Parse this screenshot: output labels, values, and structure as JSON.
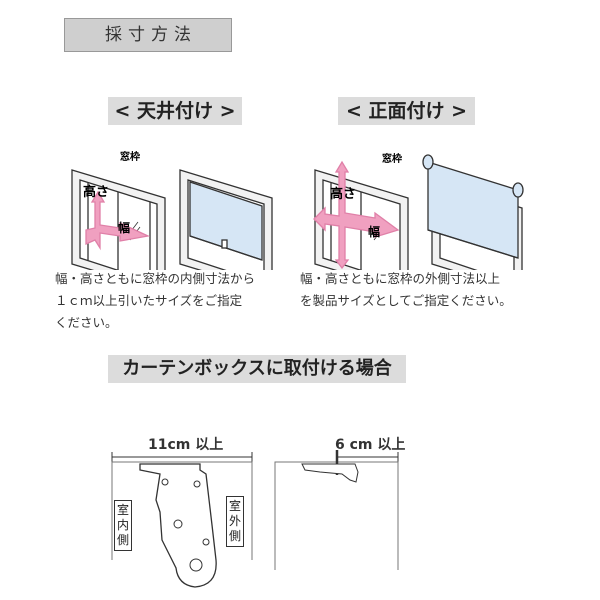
{
  "header": {
    "title": "採寸方法"
  },
  "ceiling": {
    "title": "< 天井付け >",
    "frame_label": "窓枠",
    "height_label": "高さ",
    "width_label": "幅",
    "description": "幅・高さともに窓枠の内側寸法から\n１ｃｍ以上引いたサイズをご指定\nください。"
  },
  "front": {
    "title": "< 正面付け >",
    "frame_label": "窓枠",
    "height_label": "高さ",
    "width_label": "幅",
    "description": "幅・高さともに窓枠の外側寸法以上\nを製品サイズとしてご指定ください。"
  },
  "curtain_box": {
    "title": "カーテンボックスに取付ける場合",
    "dim_ceiling": "11cm 以上",
    "dim_front": "6 cm 以上",
    "indoor_label": "室内側",
    "outdoor_label": "室外側"
  },
  "colors": {
    "arrow": "#f0a0c0",
    "screen": "#d6e6f5",
    "frame": "#f2f2f2"
  }
}
